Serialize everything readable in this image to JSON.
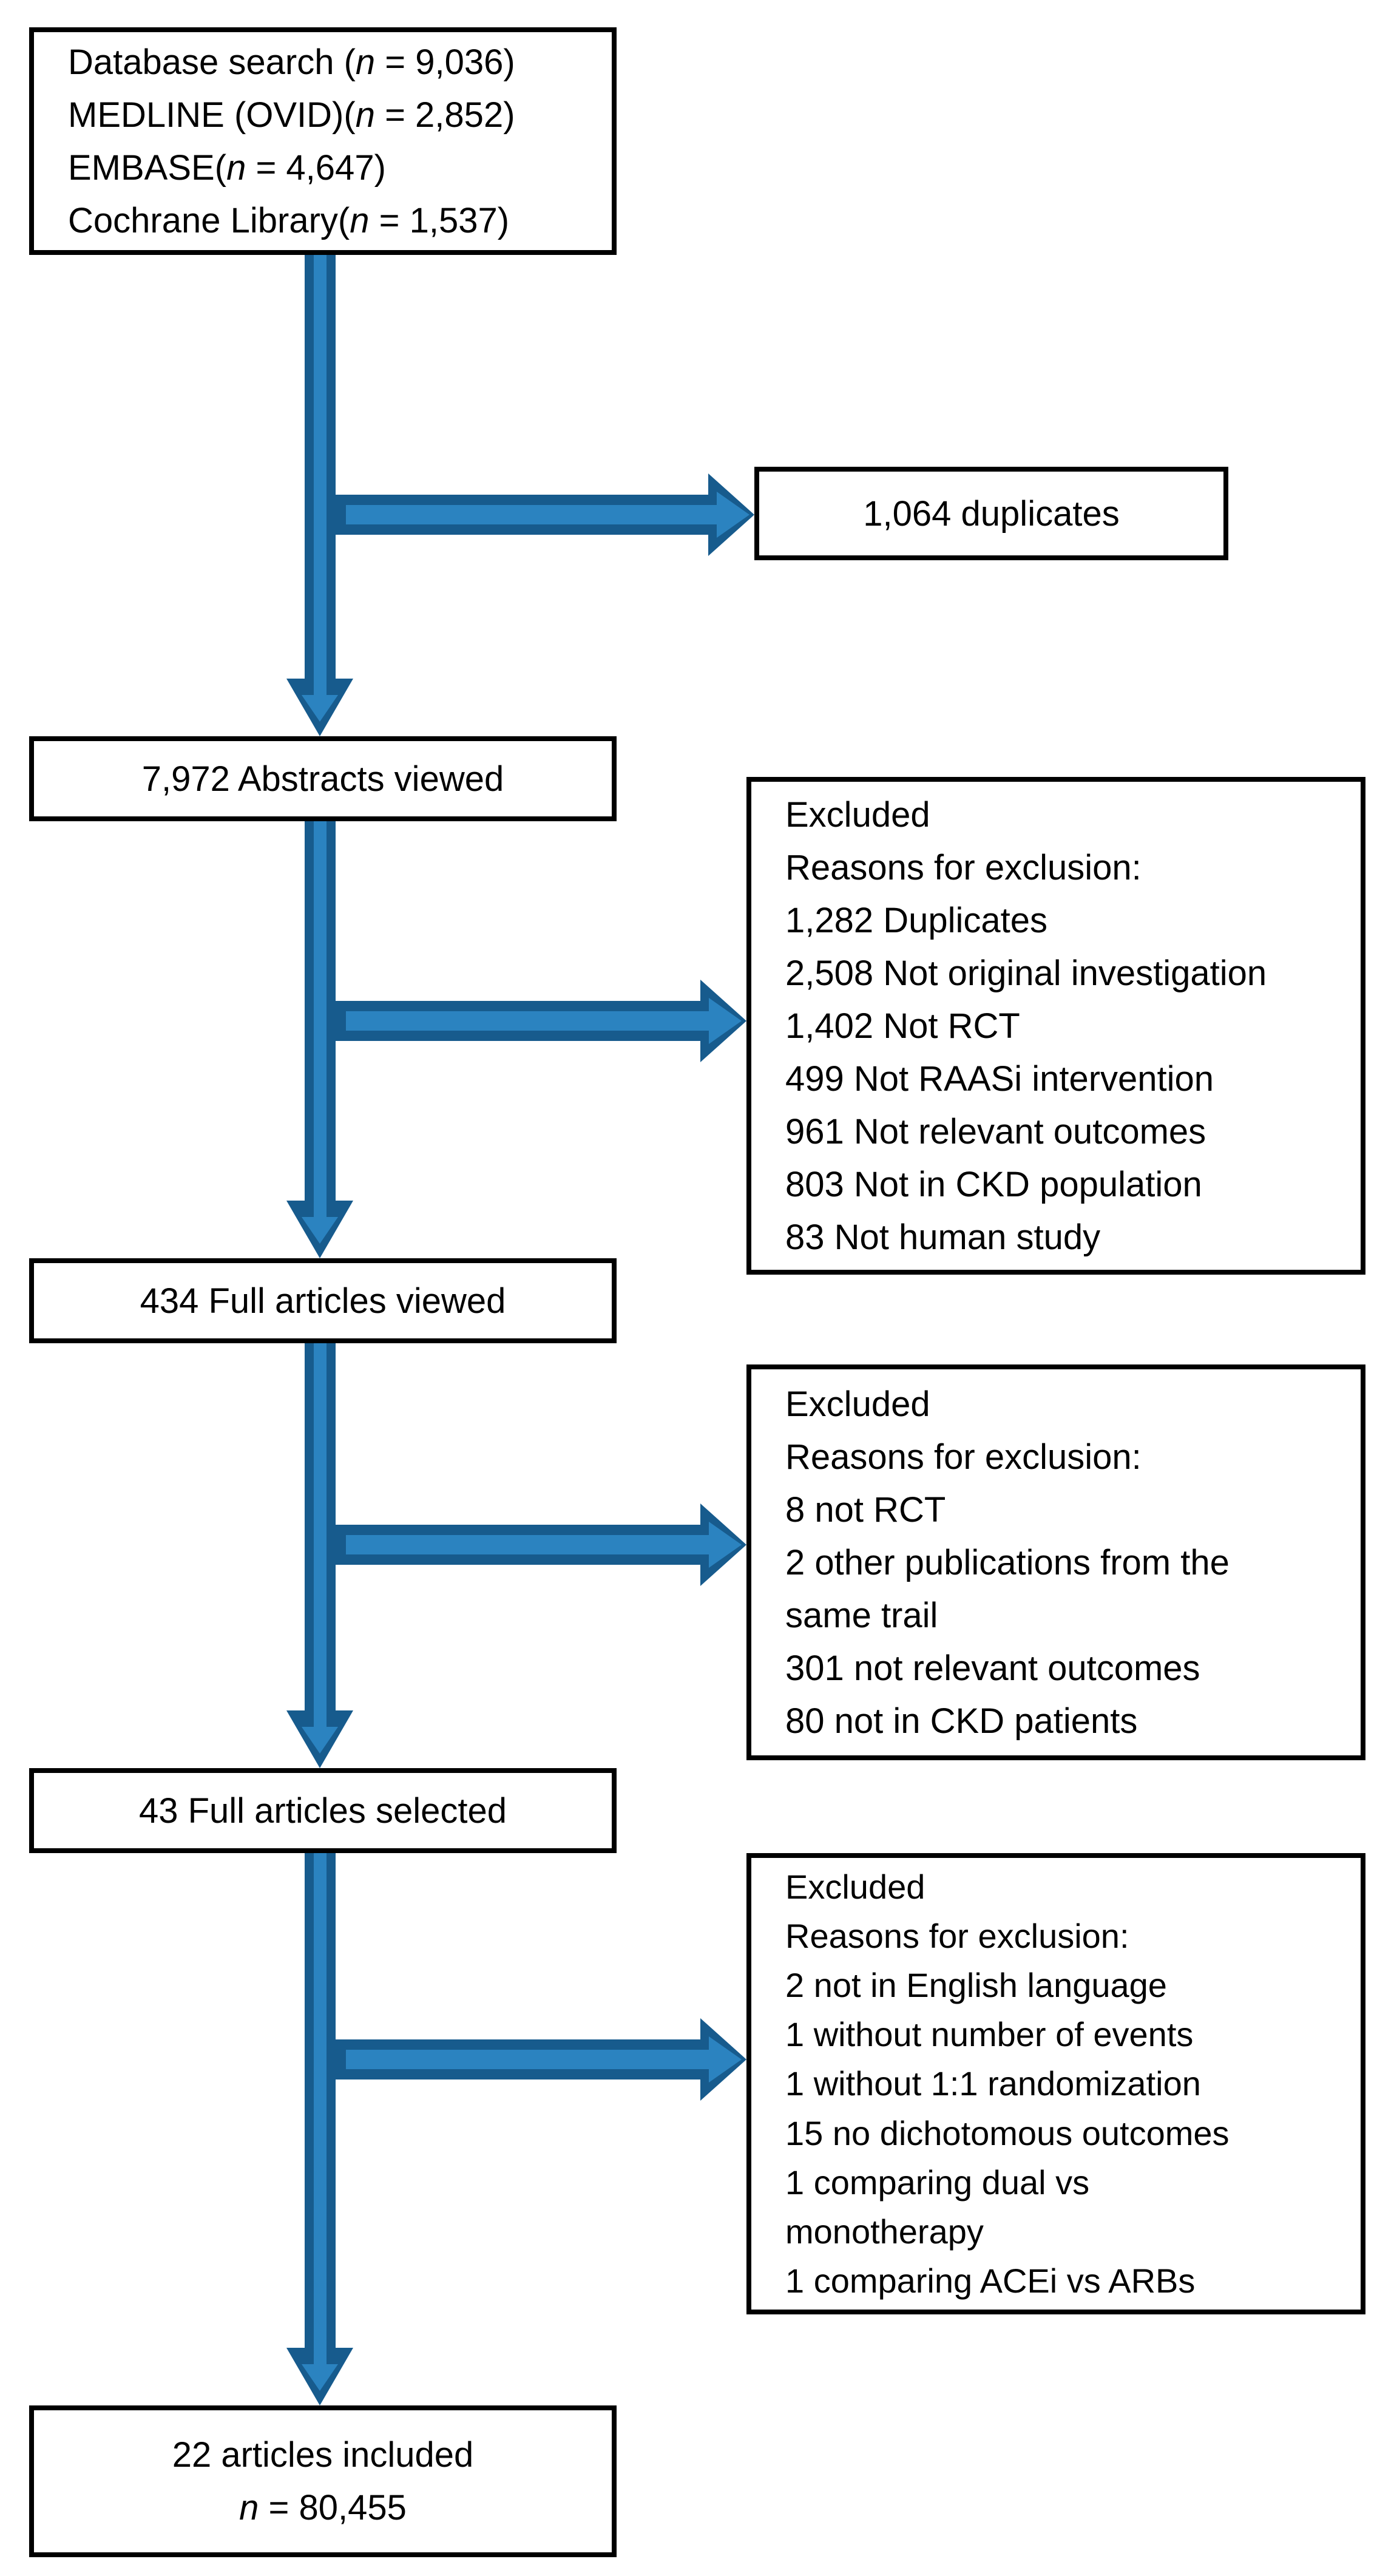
{
  "diagram": {
    "background_color": "#ffffff",
    "box_border_color": "#000000",
    "text_color": "#000000",
    "arrow_colors": {
      "dark": "#175b8d",
      "light": "#2b83c0"
    },
    "boxes": {
      "search": {
        "lines": [
          "Database search (n = 9,036)",
          "MEDLINE (OVID)(n = 2,852)",
          "EMBASE(n = 4,647)",
          "Cochrane Library(n = 1,537)"
        ]
      },
      "duplicates": {
        "lines": [
          "1,064 duplicates"
        ]
      },
      "abstracts": {
        "lines": [
          "7,972 Abstracts viewed"
        ]
      },
      "excluded1": {
        "lines": [
          "Excluded",
          "Reasons for exclusion:",
          "1,282 Duplicates",
          "2,508 Not original investigation",
          "1,402 Not RCT",
          "499 Not RAASi intervention",
          "961 Not relevant outcomes",
          "803 Not in CKD population",
          "83 Not human study"
        ]
      },
      "full_articles": {
        "lines": [
          "434 Full articles viewed"
        ]
      },
      "excluded2": {
        "lines": [
          "Excluded",
          "Reasons for exclusion:",
          "8 not RCT",
          "2 other publications from the",
          "same trail",
          "301 not relevant outcomes",
          "80 not in CKD patients"
        ]
      },
      "selected": {
        "lines": [
          "43 Full articles selected"
        ]
      },
      "excluded3": {
        "lines": [
          "Excluded",
          "Reasons for exclusion:",
          "2 not in English language",
          "1 without number of events",
          "1 without 1:1 randomization",
          "15 no dichotomous outcomes",
          "1 comparing dual vs",
          "monotherapy",
          "1 comparing ACEi vs ARBs"
        ]
      },
      "included": {
        "lines": [
          "22 articles included",
          "n = 80,455"
        ]
      }
    }
  }
}
